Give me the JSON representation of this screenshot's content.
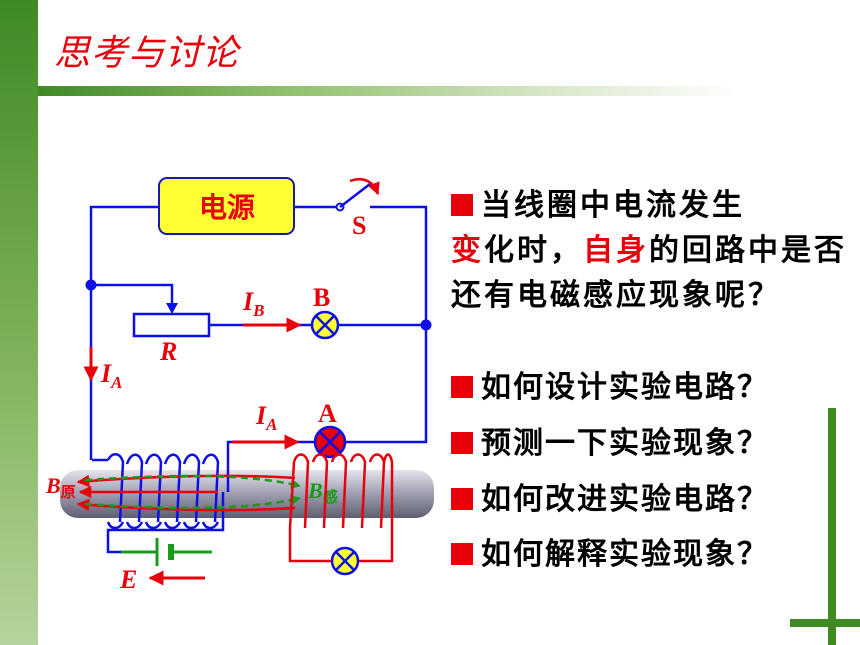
{
  "slide": {
    "title": "思考与讨论",
    "colors": {
      "accent_red": "#e8000b",
      "green": "#3f8a25",
      "circuit_blue": "#0d10e6",
      "source_box": "#ffff33"
    }
  },
  "circuit": {
    "power_source_label": "电源",
    "switch_label": "S",
    "resistor_label": "R",
    "current_B": {
      "symbol": "I",
      "subscript": "B"
    },
    "current_A_main": {
      "symbol": "I",
      "subscript": "A"
    },
    "current_A_branch": {
      "symbol": "I",
      "subscript": "A"
    },
    "lamp_B_label": "B",
    "lamp_A_label": "A",
    "field_orig": {
      "symbol": "B",
      "subscript": "原"
    },
    "field_induced": {
      "symbol": "B",
      "subscript": "感"
    },
    "emf_label": "E"
  },
  "questions": {
    "main_part1": "当线圈中电流发生",
    "main_red1": "变",
    "main_part2": "化时，",
    "main_red2": "自身",
    "main_part3": "的回路中是否还有电磁感应现象呢？",
    "items": [
      "如何设计实验电路？",
      "预测一下实验现象？",
      "如何改进实验电路？",
      "如何解释实验现象？"
    ]
  }
}
